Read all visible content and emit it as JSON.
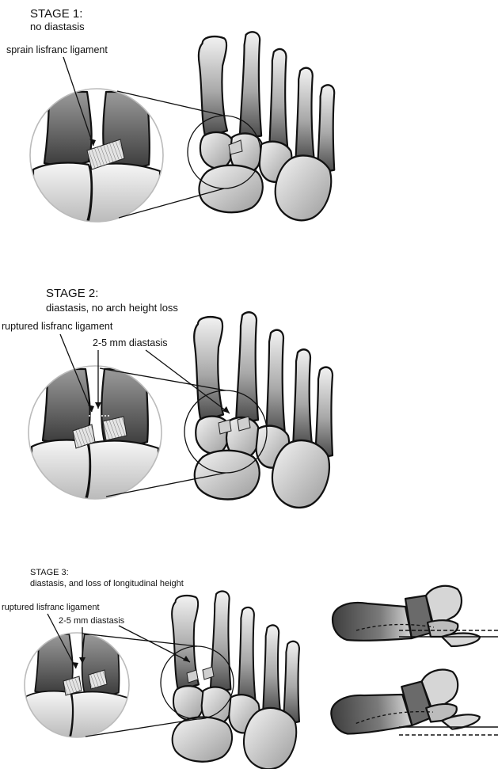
{
  "stages": [
    {
      "id": "stage1",
      "title": "STAGE 1:",
      "subtitle": "no diastasis",
      "annotations": [
        "sprain lisfranc ligament"
      ]
    },
    {
      "id": "stage2",
      "title": "STAGE 2:",
      "subtitle": "diastasis, no arch height loss",
      "annotations": [
        "ruptured lisfranc ligament",
        "2-5 mm diastasis"
      ]
    },
    {
      "id": "stage3",
      "title": "STAGE 3:",
      "subtitle": "diastasis, and loss of longitudinal height",
      "annotations": [
        "ruptured lisfranc ligament",
        "2-5 mm diastasis"
      ]
    }
  ],
  "colors": {
    "bone_dark": "#4a4a4a",
    "bone_mid": "#9a9a9a",
    "bone_light": "#eeeeee",
    "outline": "#111111"
  }
}
